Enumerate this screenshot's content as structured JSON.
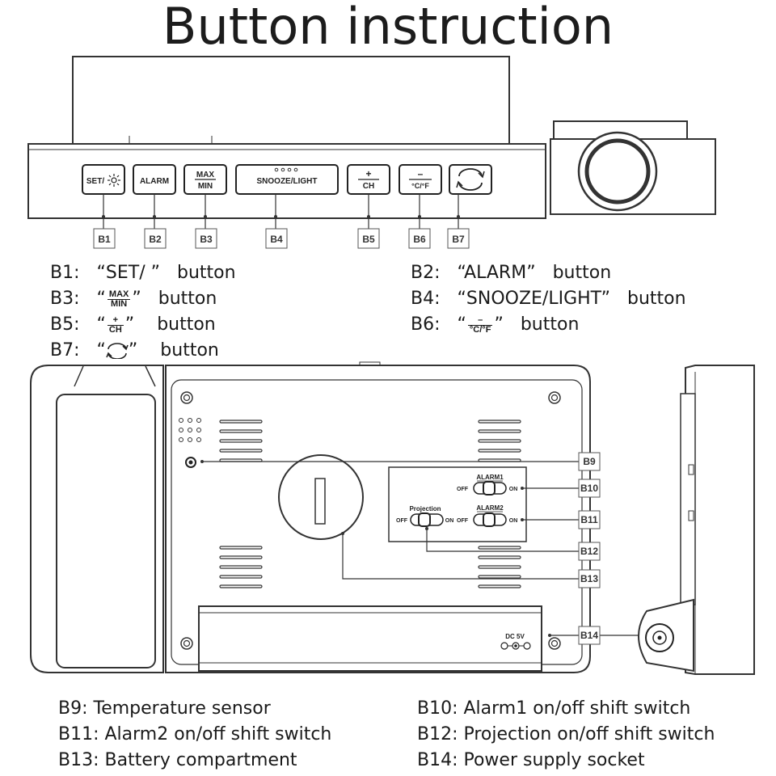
{
  "title": "Button instruction",
  "device_buttons": {
    "set": "SET/",
    "alarm": "ALARM",
    "max": "MAX",
    "min": "MIN",
    "snooze": "SNOOZE/LIGHT",
    "plus": "+",
    "ch": "CH",
    "minus": "–",
    "cf": "°C/°F",
    "projection": "Projection",
    "alarm1": "ALARM1",
    "alarm2": "ALARM2",
    "off": "OFF",
    "on": "ON",
    "dc": "DC 5V"
  },
  "callouts": [
    "B1",
    "B2",
    "B3",
    "B4",
    "B5",
    "B6",
    "B7",
    "B9",
    "B10",
    "B11",
    "B12",
    "B13",
    "B14"
  ],
  "button_desc": {
    "b1_key": "B1:",
    "b1_text": "“SET/ ”",
    "b1_suffix": "button",
    "b2_key": "B2:",
    "b2_text": "“ALARM”",
    "b2_suffix": "button",
    "b3_key": "B3:",
    "b3_suffix": "button",
    "b4_key": "B4:",
    "b4_text": "“SNOOZE/LIGHT”",
    "b4_suffix": "button",
    "b5_key": "B5:",
    "b5_suffix": "button",
    "b6_key": "B6:",
    "b6_suffix": "button",
    "b7_key": "B7:",
    "b7_suffix": "button",
    "quote_open": "“",
    "quote_close": "”"
  },
  "legend": [
    "B9: Temperature sensor",
    "B10: Alarm1 on/off shift switch",
    "B11: Alarm2 on/off shift switch",
    "B12: Projection on/off shift switch",
    "B13: Battery compartment",
    "B14: Power supply socket"
  ]
}
